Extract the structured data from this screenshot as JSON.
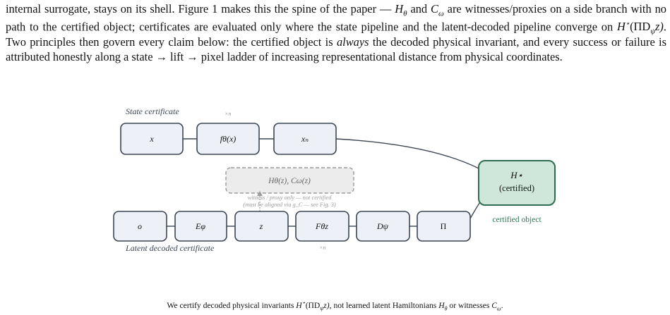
{
  "paragraph": {
    "p1": "internal surrogate, stays on its shell. Figure 1 makes this the spine of the paper — ",
    "h_theta": "H",
    "h_theta_sub": "θ",
    "and1": " and ",
    "c_omega": "C",
    "c_omega_sub": "ω",
    "p2": " are witnesses/proxies on a side branch with no path to the certified object; certificates are evaluated only where the state pipeline and the latent-decoded pipeline converge on ",
    "converge_expr_a": "H",
    "converge_expr_star": "⋆",
    "converge_expr_b": "(ΠD",
    "converge_expr_sub": "ψ",
    "converge_expr_c": "z)",
    "p3": ". Two principles then govern every claim below: the certified object is ",
    "always": "always",
    "p4": " the decoded physical invariant, and every success or failure is attributed honestly along a state → lift → pixel ladder of increasing representational distance from physical coordinates."
  },
  "figure": {
    "state_label": "State certificate",
    "state_repeat": "×n",
    "state_nodes": [
      "x",
      "fθ(x)",
      "xₙ"
    ],
    "witness": {
      "label": "Hθ(z), Cω(z)",
      "note_line1": "witness / proxy only — not certified",
      "note_line2": "(must be aligned via g_C — see Fig. 3)"
    },
    "latent_nodes": [
      "o",
      "Eφ",
      "z",
      "Fθz",
      "Dψ",
      "Π"
    ],
    "latent_label": "Latent decoded certificate",
    "latent_repeat": "×n",
    "certified": {
      "main": "H⋆",
      "sub": "(certified)",
      "tag": "certified object"
    },
    "colors": {
      "node_fill": "#edf1f7",
      "node_stroke": "#3c4653",
      "certified_fill": "#cfe6da",
      "certified_stroke": "#2e6d4f",
      "certified_tag": "#2e7a55",
      "witness_fill": "#ececec",
      "witness_stroke": "#9a9a9a"
    }
  },
  "caption": {
    "c1": "We certify decoded physical invariants ",
    "c_h": "H",
    "c_star": "⋆",
    "c_b": "(ΠD",
    "c_sub": "ψ",
    "c_c": "z)",
    "c2": ", not learned latent Hamiltonians ",
    "c_htheta": "H",
    "c_htheta_sub": "θ",
    "c3": " or witnesses ",
    "c_comega": "C",
    "c_comega_sub": "ω",
    "c4": "."
  }
}
